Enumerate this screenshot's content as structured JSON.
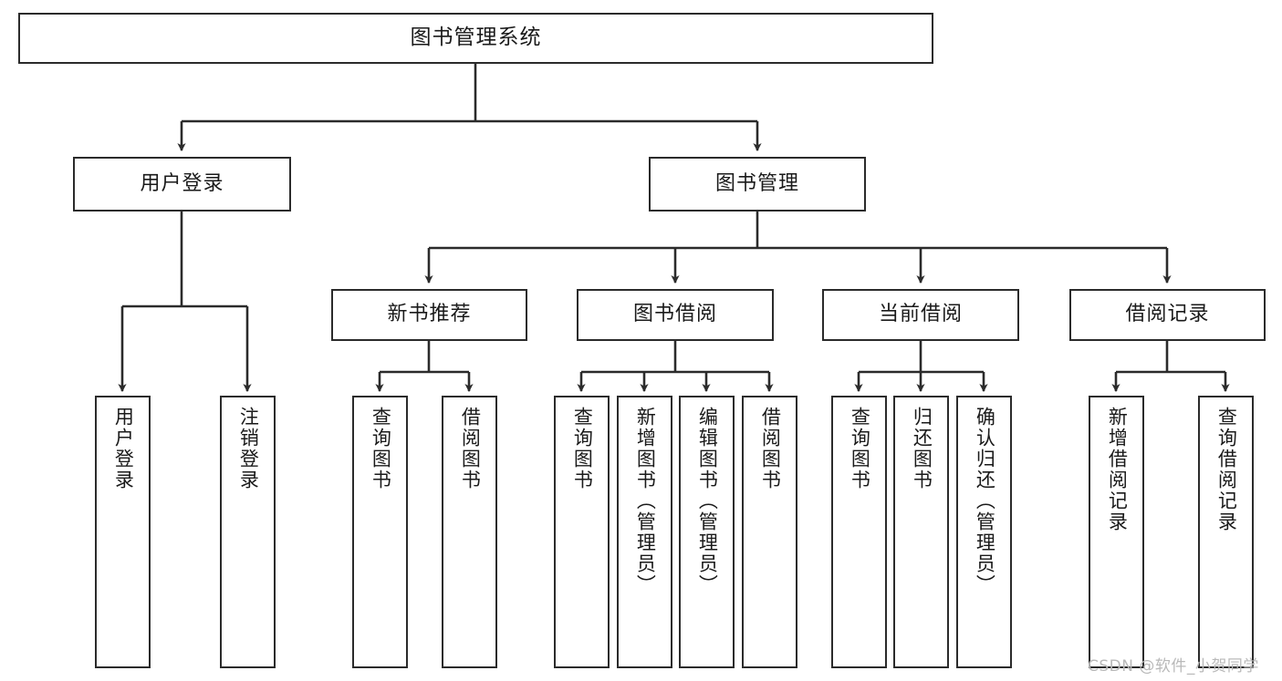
{
  "diagram": {
    "title": "图书管理系统",
    "type": "hierarchy-tree",
    "watermark": "CSDN @软件_小贺同学",
    "colors": {
      "stroke": "#2b2b2b",
      "fill": "#ffffff",
      "text": "#1a1a1a",
      "watermark": "#b9b9b9"
    },
    "levels": {
      "root": "图书管理系统",
      "level2": [
        "用户登录",
        "图书管理"
      ],
      "level3": [
        "新书推荐",
        "图书借阅",
        "当前借阅",
        "借阅记录"
      ],
      "level4": [
        "用户登录",
        "注销登录",
        "查询图书",
        "借阅图书",
        "查询图书",
        "新增图书（管理员）",
        "编辑图书（管理员）",
        "借阅图书",
        "查询图书",
        "归还图书",
        "确认归还（管理员）",
        "新增借阅记录",
        "查询借阅记录"
      ]
    },
    "nodes": {
      "root": {
        "label": "图书管理系统"
      },
      "user_login": {
        "label": "用户登录"
      },
      "book_manage": {
        "label": "图书管理"
      },
      "new_book_rec": {
        "label": "新书推荐"
      },
      "book_borrow": {
        "label": "图书借阅"
      },
      "current_borrow": {
        "label": "当前借阅"
      },
      "borrow_record": {
        "label": "借阅记录"
      },
      "leaf_user_login": {
        "label": "用户登录"
      },
      "leaf_logout": {
        "label": "注销登录"
      },
      "leaf_query_book_a": {
        "label": "查询图书"
      },
      "leaf_borrow_book_a": {
        "label": "借阅图书"
      },
      "leaf_query_book_b": {
        "label": "查询图书"
      },
      "leaf_add_book": {
        "label": "新增图书（管理员）"
      },
      "leaf_edit_book": {
        "label": "编辑图书（管理员）"
      },
      "leaf_borrow_book_b": {
        "label": "借阅图书"
      },
      "leaf_query_book_c": {
        "label": "查询图书"
      },
      "leaf_return_book": {
        "label": "归还图书"
      },
      "leaf_confirm_return": {
        "label": "确认归还（管理员）"
      },
      "leaf_add_record": {
        "label": "新增借阅记录"
      },
      "leaf_query_record": {
        "label": "查询借阅记录"
      }
    }
  }
}
